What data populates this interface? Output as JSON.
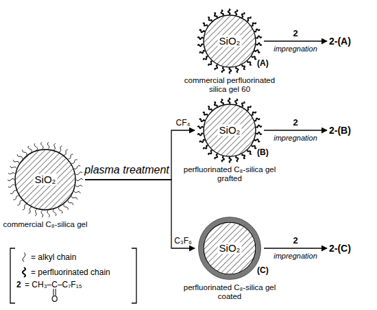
{
  "diagram": {
    "nodes": [
      {
        "text": [
          "SiO₂",
          "commercial C₈-silica gel"
        ]
      },
      {
        "text": [
          "SiO₂",
          "(A)",
          "commercial perfluorinated silica gel 60"
        ]
      },
      {
        "text": [
          "SiO₂",
          "(B)",
          "perfluorinated C₈-silica gel grafted"
        ]
      },
      {
        "text": [
          "SiO₂",
          "(C)",
          "perfluorinated C₈-silica gel coated"
        ]
      },
      {
        "text": [
          "2-(A)"
        ]
      },
      {
        "text": [
          "2-(B)"
        ]
      },
      {
        "text": [
          "2-(C)"
        ]
      }
    ],
    "edges": [
      {
        "from": 0,
        "to": 2,
        "arrow": "to",
        "label": "CF₄"
      },
      {
        "from": 0,
        "to": 3,
        "arrow": "to",
        "label": "C₃F₆"
      },
      {
        "from": 1,
        "to": 4,
        "arrow": "to",
        "label": "2"
      },
      {
        "from": 2,
        "to": 5,
        "arrow": "to",
        "label": "2"
      },
      {
        "from": 3,
        "to": 6,
        "arrow": "to",
        "label": "2"
      }
    ],
    "labels": [
      "plasma treatment",
      "impregnation",
      "impregnation",
      "impregnation",
      "2",
      "= CH₃–C–C₇F₁₅",
      "O"
    ],
    "legend": [
      {
        "text": "= alkyl chain"
      },
      {
        "text": "= perfluorinated chain"
      }
    ]
  }
}
